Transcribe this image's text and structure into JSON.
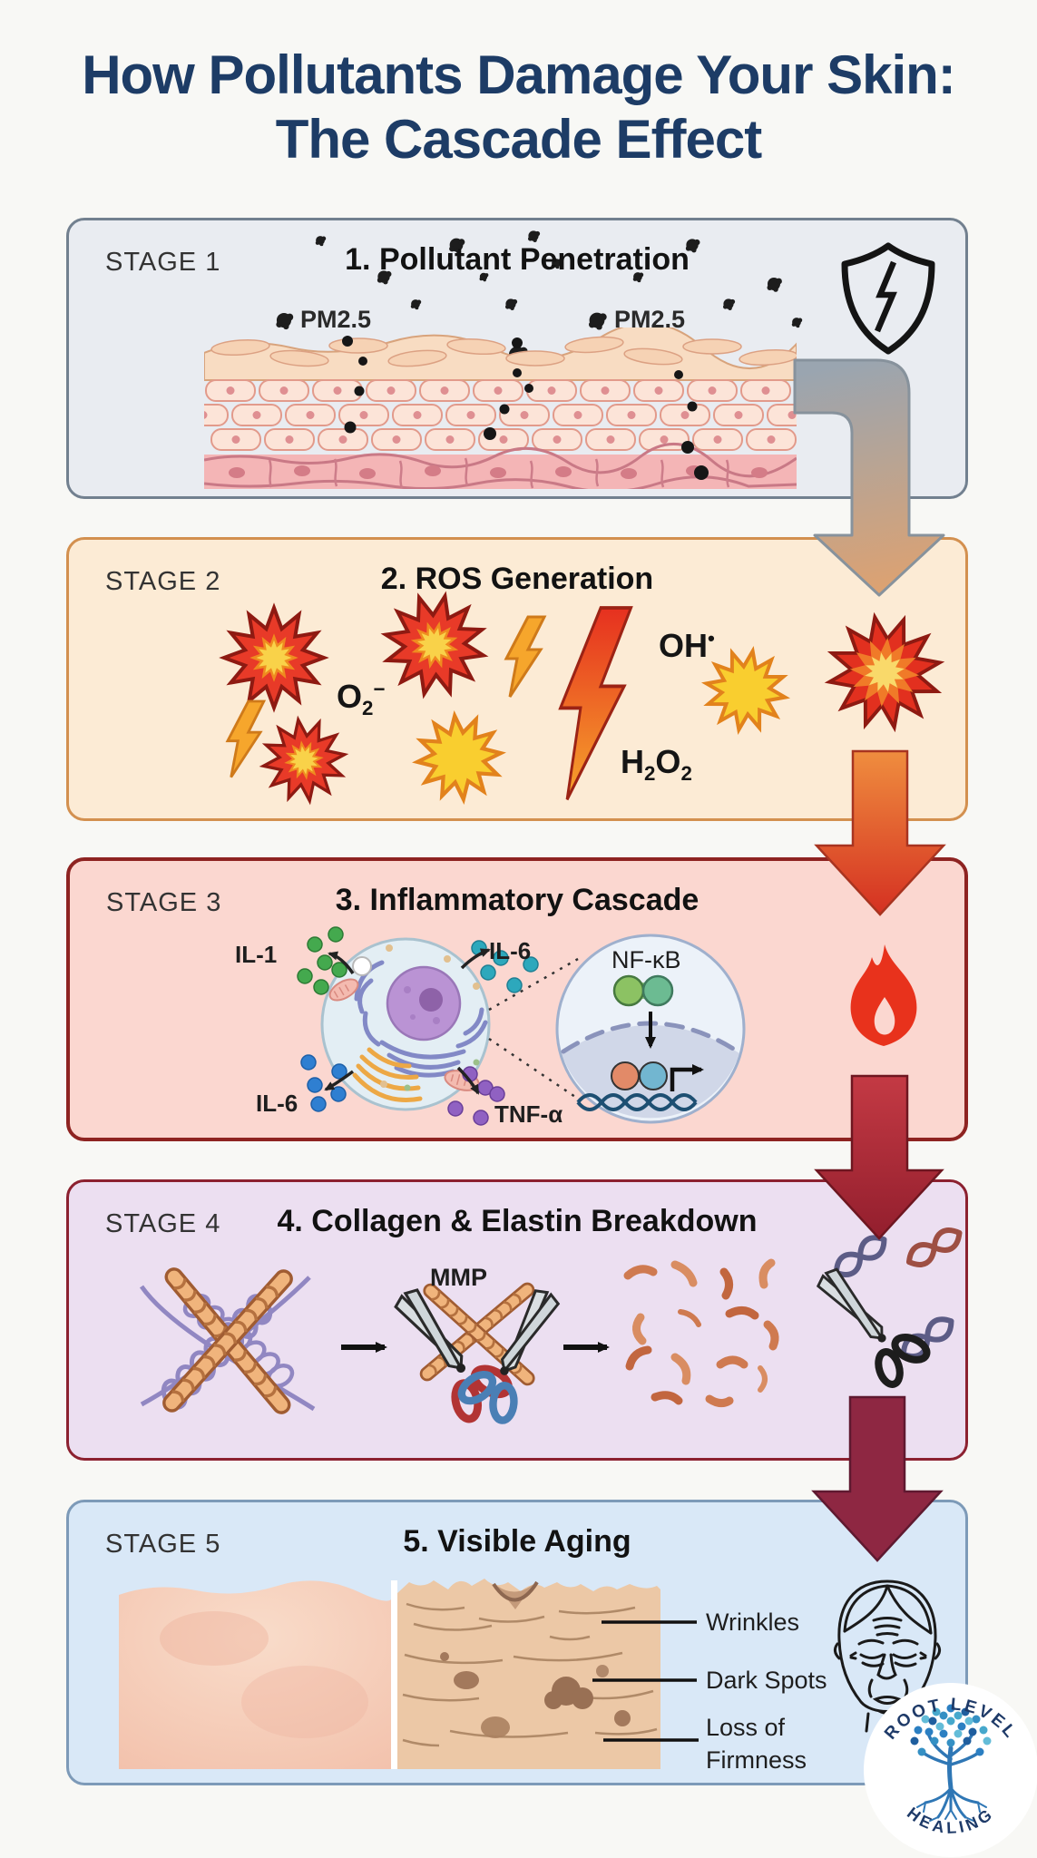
{
  "title": {
    "line1": "How Pollutants Damage Your Skin:",
    "line2": "The Cascade Effect"
  },
  "stages": [
    {
      "label": "STAGE 1",
      "title": "1. Pollutant Penetration"
    },
    {
      "label": "STAGE 2",
      "title": "2. ROS Generation"
    },
    {
      "label": "STAGE 3",
      "title": "3. Inflammatory Cascade"
    },
    {
      "label": "STAGE 4",
      "title": "4. Collagen & Elastin Breakdown"
    },
    {
      "label": "STAGE 5",
      "title": "5. Visible Aging"
    }
  ],
  "stage1": {
    "pm25_left": "PM2.5",
    "pm25_right": "PM2.5"
  },
  "stage2": {
    "superoxide": {
      "base": "O",
      "sub": "2",
      "sup": "−"
    },
    "hydroxyl": {
      "base": "OH",
      "sup": "•"
    },
    "peroxide": {
      "b1": "H",
      "s1": "2",
      "b2": "O",
      "s2": "2"
    }
  },
  "stage3": {
    "il1": "IL-1",
    "il6_top": "IL-6",
    "il6_bottom": "IL-6",
    "tnf": "TNF-α",
    "nfkb": "NF-κB"
  },
  "stage4": {
    "mmp": "MMP"
  },
  "stage5": {
    "wrinkles": "Wrinkles",
    "dark_spots": "Dark Spots",
    "loss_line1": "Loss of",
    "loss_line2": "Firmness"
  },
  "logo": {
    "top": "ROOT LEVEL",
    "bottom": "HEALING"
  },
  "icons": [
    "shield-lightning-icon",
    "flame-icon",
    "scissors-icon",
    "aged-face-icon",
    "tree-logo-icon"
  ],
  "colors": {
    "title": "#1d3c66",
    "stage1_fill": "#e9ecf1",
    "stage1_border": "#72808f",
    "stage2_fill": "#fcebd5",
    "stage2_border": "#d3904f",
    "stage3_fill": "#fbd7d0",
    "stage3_border": "#8e2321",
    "stage4_fill": "#ecdff1",
    "stage4_border": "#8c2130",
    "stage5_fill": "#d9e8f7",
    "stage5_border": "#7d9ab8",
    "arrow_1_2": "#dca272",
    "arrow_2_3": "#d9542b",
    "arrow_3_4": "#b02433",
    "arrow_4_5": "#8e2742",
    "ros_star": "#e83a28",
    "ros_yellow": "#f9ce2f"
  }
}
